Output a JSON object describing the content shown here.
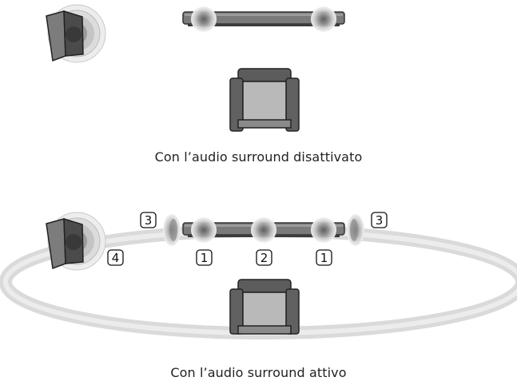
{
  "captions": {
    "off": "Con l’audio surround disattivato",
    "on": "Con l’audio surround attivo"
  },
  "markers": {
    "front": "1",
    "center": "2",
    "side": "3",
    "sub": "4"
  },
  "colors": {
    "bar_fill": "#7a7a7a",
    "bar_edge": "#333333",
    "sub_front": "#4b4b4b",
    "sub_side": "#7c7c7c",
    "chair_frame": "#616161",
    "chair_seat": "#b9b9b9",
    "surround_ring": "#d9d9d9"
  }
}
